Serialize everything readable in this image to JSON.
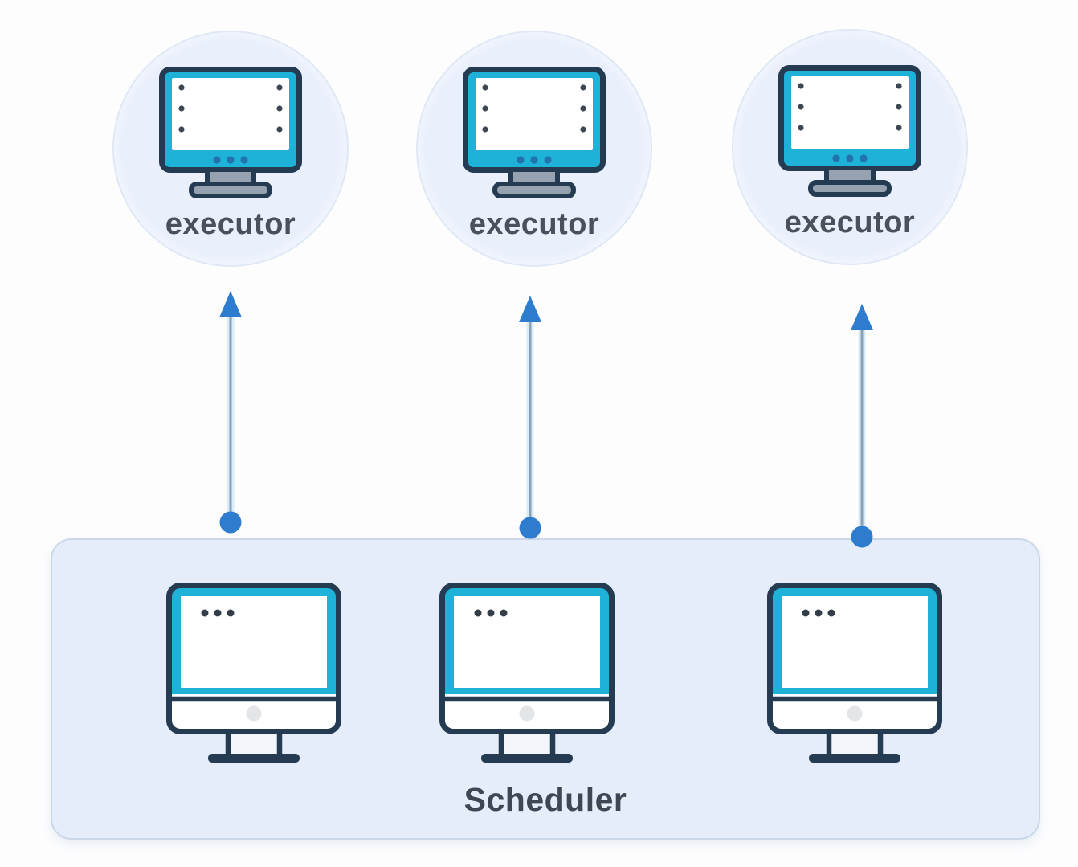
{
  "executors": [
    {
      "label": "executor"
    },
    {
      "label": "executor"
    },
    {
      "label": "executor"
    }
  ],
  "scheduler": {
    "label": "Scheduler",
    "machine_count": 3
  },
  "connections": {
    "count": 3,
    "direction": "scheduler-to-executor",
    "style": "line-with-dot-origin-and-arrowhead"
  },
  "colors": {
    "accent_cyan": "#1fb2d9",
    "outline_navy": "#243b52",
    "arrow_blue": "#2e7ccd",
    "connector_gray": "#8ba1b6",
    "node_circle_fill": "#e9effb",
    "container_fill": "#e4edf9",
    "container_border": "#cad7e9",
    "label_dark": "#4b515b",
    "stand_gray": "#96a2b0"
  },
  "icons": {
    "executor_icon": "monitor-icon",
    "scheduler_machine_icon": "imac-icon"
  }
}
